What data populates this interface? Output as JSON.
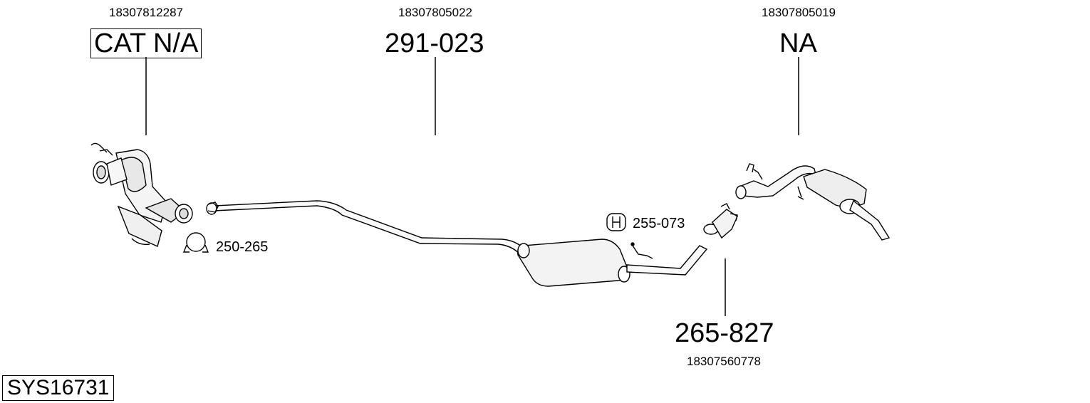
{
  "diagram": {
    "system_id": "SYS16731",
    "parts": [
      {
        "oem": "18307812287",
        "code": "CAT N/A",
        "boxed": true
      },
      {
        "oem": "18307805022",
        "code": "291-023",
        "boxed": false
      },
      {
        "oem": "18307805019",
        "code": "NA",
        "boxed": false
      },
      {
        "oem": "18307560778",
        "code": "265-827",
        "boxed": false
      }
    ],
    "accessories": [
      {
        "code": "250-265",
        "icon": "clamp-icon"
      },
      {
        "code": "255-073",
        "icon": "rubber-mount-icon"
      }
    ]
  }
}
